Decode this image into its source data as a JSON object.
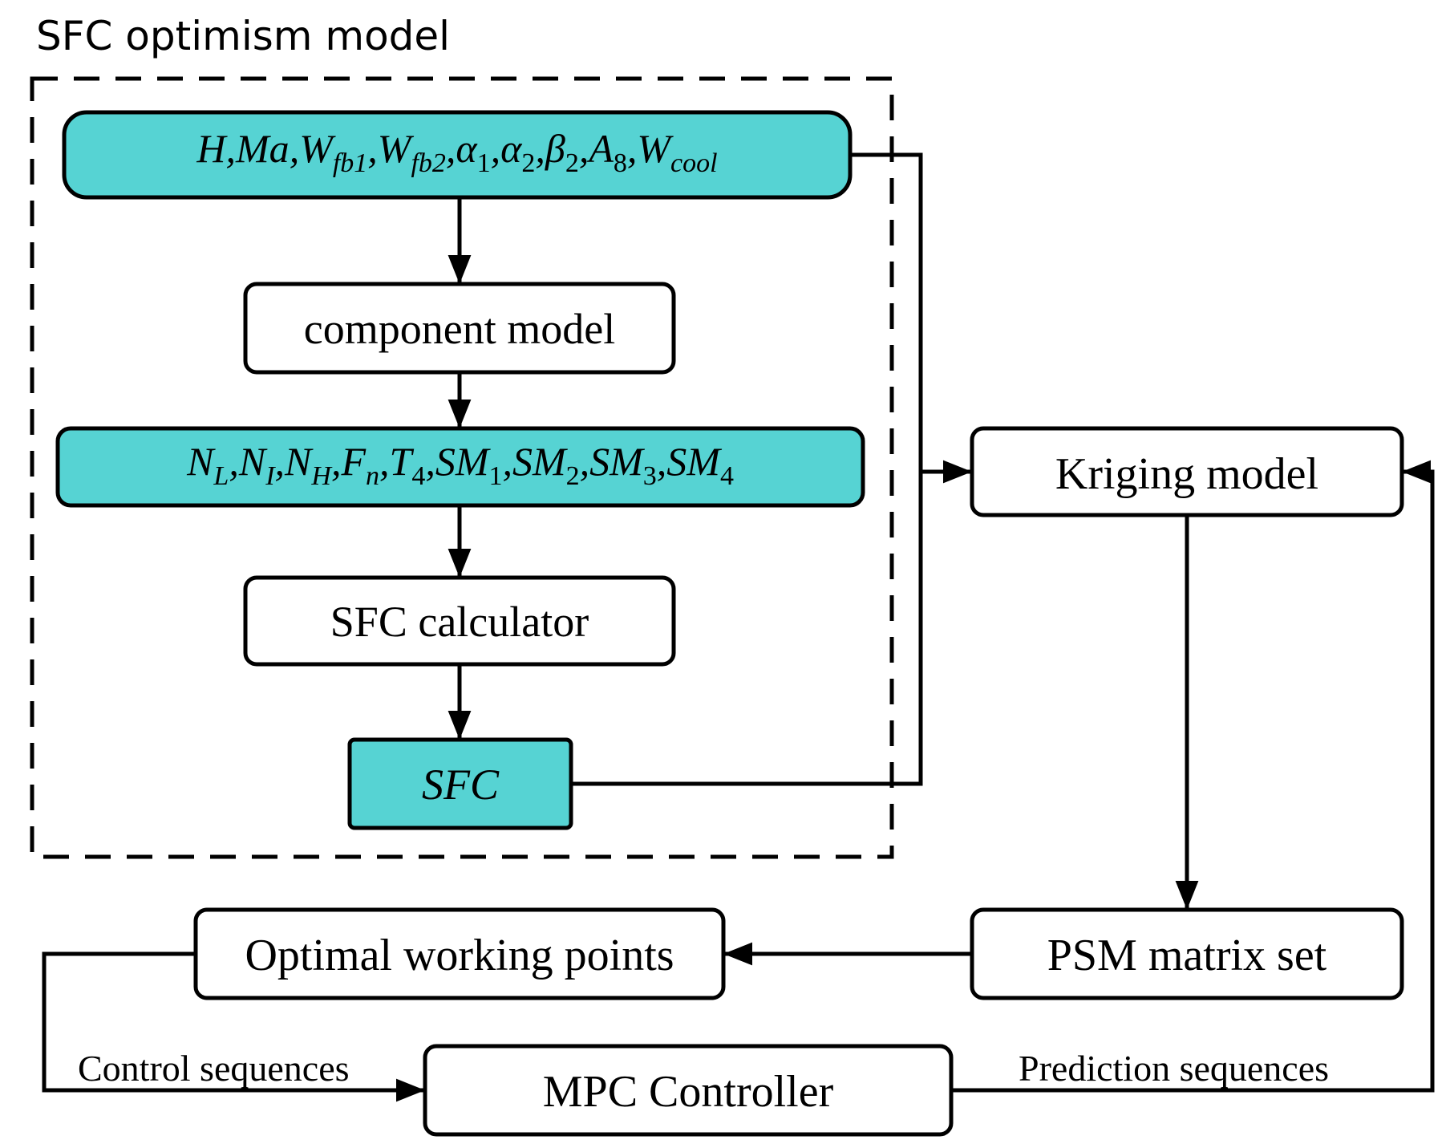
{
  "group_title": "SFC optimism model",
  "nodes": {
    "inputs": {
      "label": "H,Ma,W_fb1,W_fb2,α_1,α_2,β_2,A_8,W_cool",
      "t_H": "H",
      "t_Ma": "Ma",
      "t_W": "W",
      "t_fb1": "fb1",
      "t_fb2": "fb2",
      "t_alpha": "α",
      "t_beta": "β",
      "t_A": "A",
      "t_cool": "cool",
      "s1": "1",
      "s2": "2",
      "s8": "8",
      "comma": ","
    },
    "component_model": "component model",
    "outputs": {
      "label": "N_L,N_I,N_H,F_n,T_4,SM_1,SM_2,SM_3,SM_4",
      "t_N": "N",
      "t_L": "L",
      "t_I": "I",
      "t_H": "H",
      "t_F": "F",
      "t_n": "n",
      "t_T": "T",
      "t_SM": "SM",
      "s1": "1",
      "s2": "2",
      "s3": "3",
      "s4": "4",
      "comma": ","
    },
    "sfc_calculator": "SFC calculator",
    "sfc": "SFC",
    "kriging_model": "Kriging model",
    "psm_matrix_set": "PSM matrix set",
    "optimal_working_points": "Optimal working points",
    "mpc_controller": "MPC Controller"
  },
  "edge_labels": {
    "control_sequences": "Control sequences",
    "prediction_sequences": "Prediction sequences"
  },
  "colors": {
    "teal_fill": "#56d3d3",
    "stroke": "#000000",
    "background": "#ffffff"
  }
}
